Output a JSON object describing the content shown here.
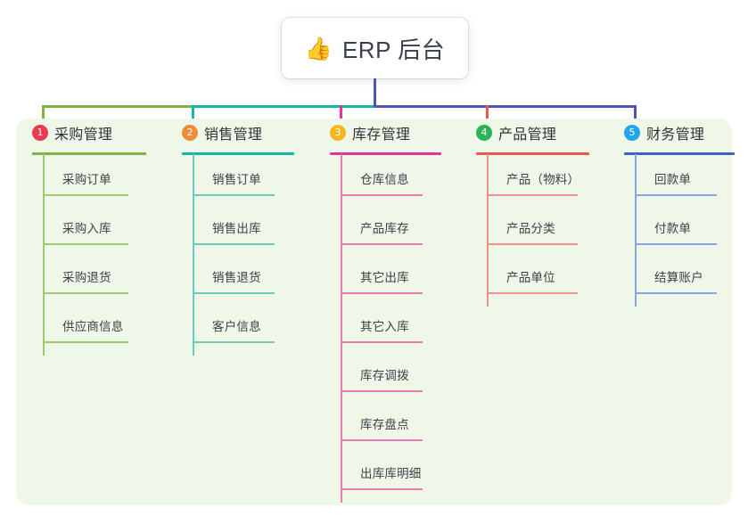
{
  "diagram": {
    "type": "tree-mindmap",
    "root": {
      "icon": "thumbs-up-emoji",
      "icon_glyph": "👍",
      "title": "ERP 后台"
    },
    "panel_color": "#eef7e8",
    "root_connector_color": "#4f55b5",
    "bus_segments": [
      {
        "color": "#7cb342"
      },
      {
        "color": "#12b8a4"
      },
      {
        "color": "#4f55b5"
      },
      {
        "color": "#4f55b5"
      }
    ],
    "branches": [
      {
        "index": "1",
        "title": "采购管理",
        "badge_color": "#ea3b52",
        "line_color": "#7cb342",
        "leaf_color": "#9dcb6e",
        "drop_color": "#7cb342",
        "items": [
          {
            "label": "采购订单"
          },
          {
            "label": "采购入库"
          },
          {
            "label": "采购退货"
          },
          {
            "label": "供应商信息"
          }
        ]
      },
      {
        "index": "2",
        "title": "销售管理",
        "badge_color": "#f08b3a",
        "line_color": "#12b8a4",
        "leaf_color": "#6fc9bd",
        "drop_color": "#12b8a4",
        "items": [
          {
            "label": "销售订单"
          },
          {
            "label": "销售出库"
          },
          {
            "label": "销售退货"
          },
          {
            "label": "客户信息"
          }
        ]
      },
      {
        "index": "3",
        "title": "库存管理",
        "badge_color": "#f4b91e",
        "line_color": "#e5329b",
        "leaf_color": "#ea7ab4",
        "drop_color": "#e5329b",
        "items": [
          {
            "label": "仓库信息"
          },
          {
            "label": "产品库存"
          },
          {
            "label": "其它出库"
          },
          {
            "label": "其它入库"
          },
          {
            "label": "库存调拨"
          },
          {
            "label": "库存盘点"
          },
          {
            "label": "出库库明细"
          }
        ]
      },
      {
        "index": "4",
        "title": "产品管理",
        "badge_color": "#2cb35a",
        "line_color": "#f0544f",
        "leaf_color": "#f4918c",
        "drop_color": "#f0544f",
        "items": [
          {
            "label": "产品（物料）"
          },
          {
            "label": "产品分类"
          },
          {
            "label": "产品单位"
          }
        ]
      },
      {
        "index": "5",
        "title": "财务管理",
        "badge_color": "#22a7e8",
        "line_color": "#3a63c9",
        "leaf_color": "#86a7e0",
        "drop_color": "#4f55b5",
        "items": [
          {
            "label": "回款单"
          },
          {
            "label": "付款单"
          },
          {
            "label": "结算账户"
          }
        ]
      }
    ]
  }
}
